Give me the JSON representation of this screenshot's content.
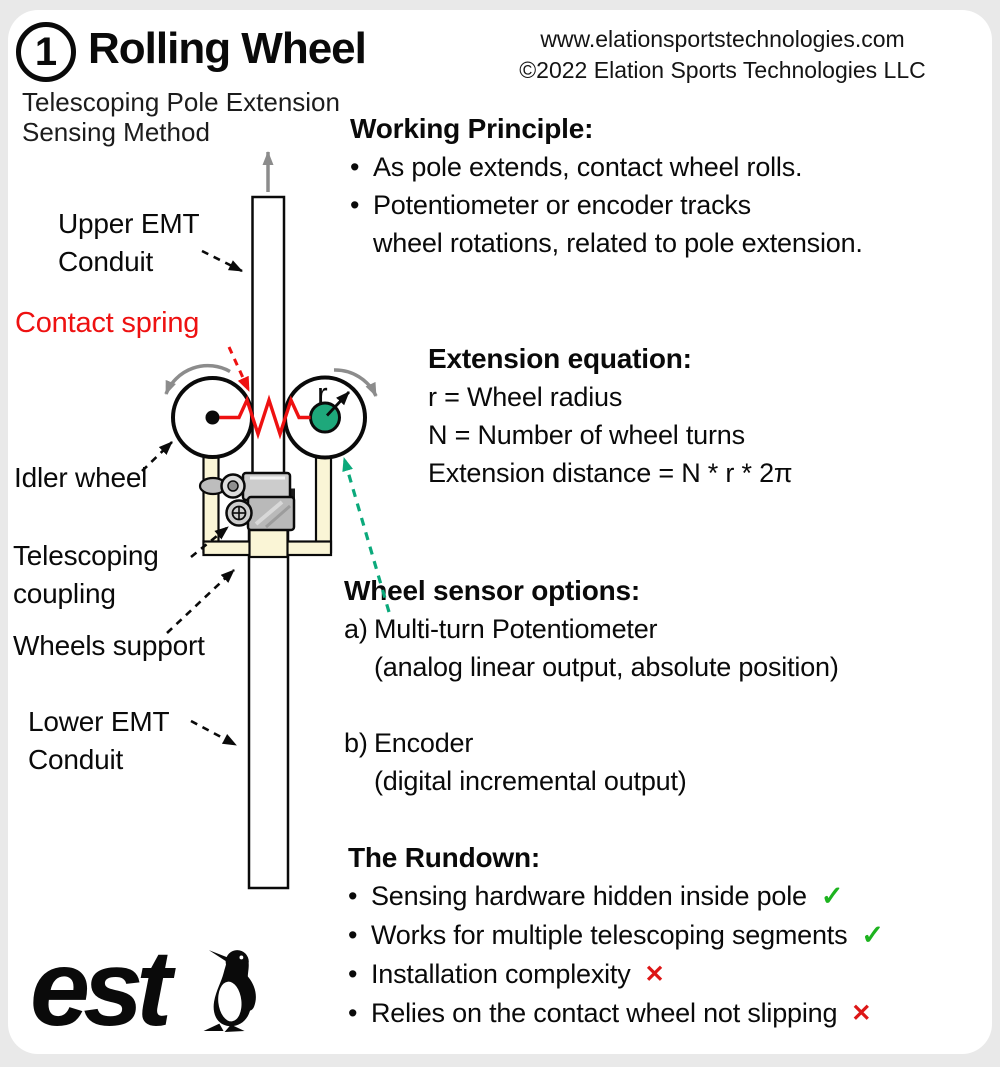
{
  "header": {
    "badge": "1",
    "title": "Rolling Wheel",
    "subtitle1": "Telescoping Pole Extension",
    "subtitle2": "Sensing Method",
    "website": "www.elationsportstechnologies.com",
    "copyright": "©2022 Elation Sports Technologies LLC"
  },
  "working_principle": {
    "heading": "Working Principle:",
    "bullet_glyph": "•",
    "line1": "As pole extends, contact wheel rolls.",
    "line2": "Potentiometer or encoder tracks",
    "line3": "wheel rotations, related to pole extension."
  },
  "extension_equation": {
    "heading": "Extension equation:",
    "line1": "r = Wheel radius",
    "line2": "N = Number of wheel turns",
    "line3": "Extension distance = N * r * 2π"
  },
  "sensor_options": {
    "heading": "Wheel sensor options:",
    "a_label": "a)",
    "a_name": "Multi-turn Potentiometer",
    "a_detail": "(analog linear output, absolute position)",
    "b_label": "b)",
    "b_name": "Encoder",
    "b_detail": "(digital incremental output)"
  },
  "rundown": {
    "heading": "The Rundown:",
    "bullet_glyph": "•",
    "items": [
      {
        "text": "Sensing hardware hidden inside pole",
        "icon": "✓",
        "state": "pass"
      },
      {
        "text": "Works for multiple telescoping segments",
        "icon": "✓",
        "state": "pass"
      },
      {
        "text": "Installation complexity",
        "icon": "✕",
        "state": "fail"
      },
      {
        "text": "Relies on the contact wheel not slipping",
        "icon": "✕",
        "state": "fail"
      }
    ]
  },
  "diagram": {
    "labels": {
      "upper_emt_1": "Upper EMT",
      "upper_emt_2": "Conduit",
      "contact_spring": "Contact spring",
      "idler_wheel": "Idler wheel",
      "coupling_1": "Telescoping",
      "coupling_2": "coupling",
      "wheels_support": "Wheels support",
      "lower_emt_1": "Lower EMT",
      "lower_emt_2": "Conduit",
      "radius_label": "r"
    },
    "colors": {
      "spring_red": "#ee1111",
      "hub_green": "#1ea87b",
      "annotation_green": "#0ba97b",
      "support_cream": "#faf5d6",
      "rotation_gray": "#8c8c8c",
      "check_green": "#1db31f",
      "cross_red": "#dd1717"
    }
  },
  "logo": {
    "text": "est"
  }
}
